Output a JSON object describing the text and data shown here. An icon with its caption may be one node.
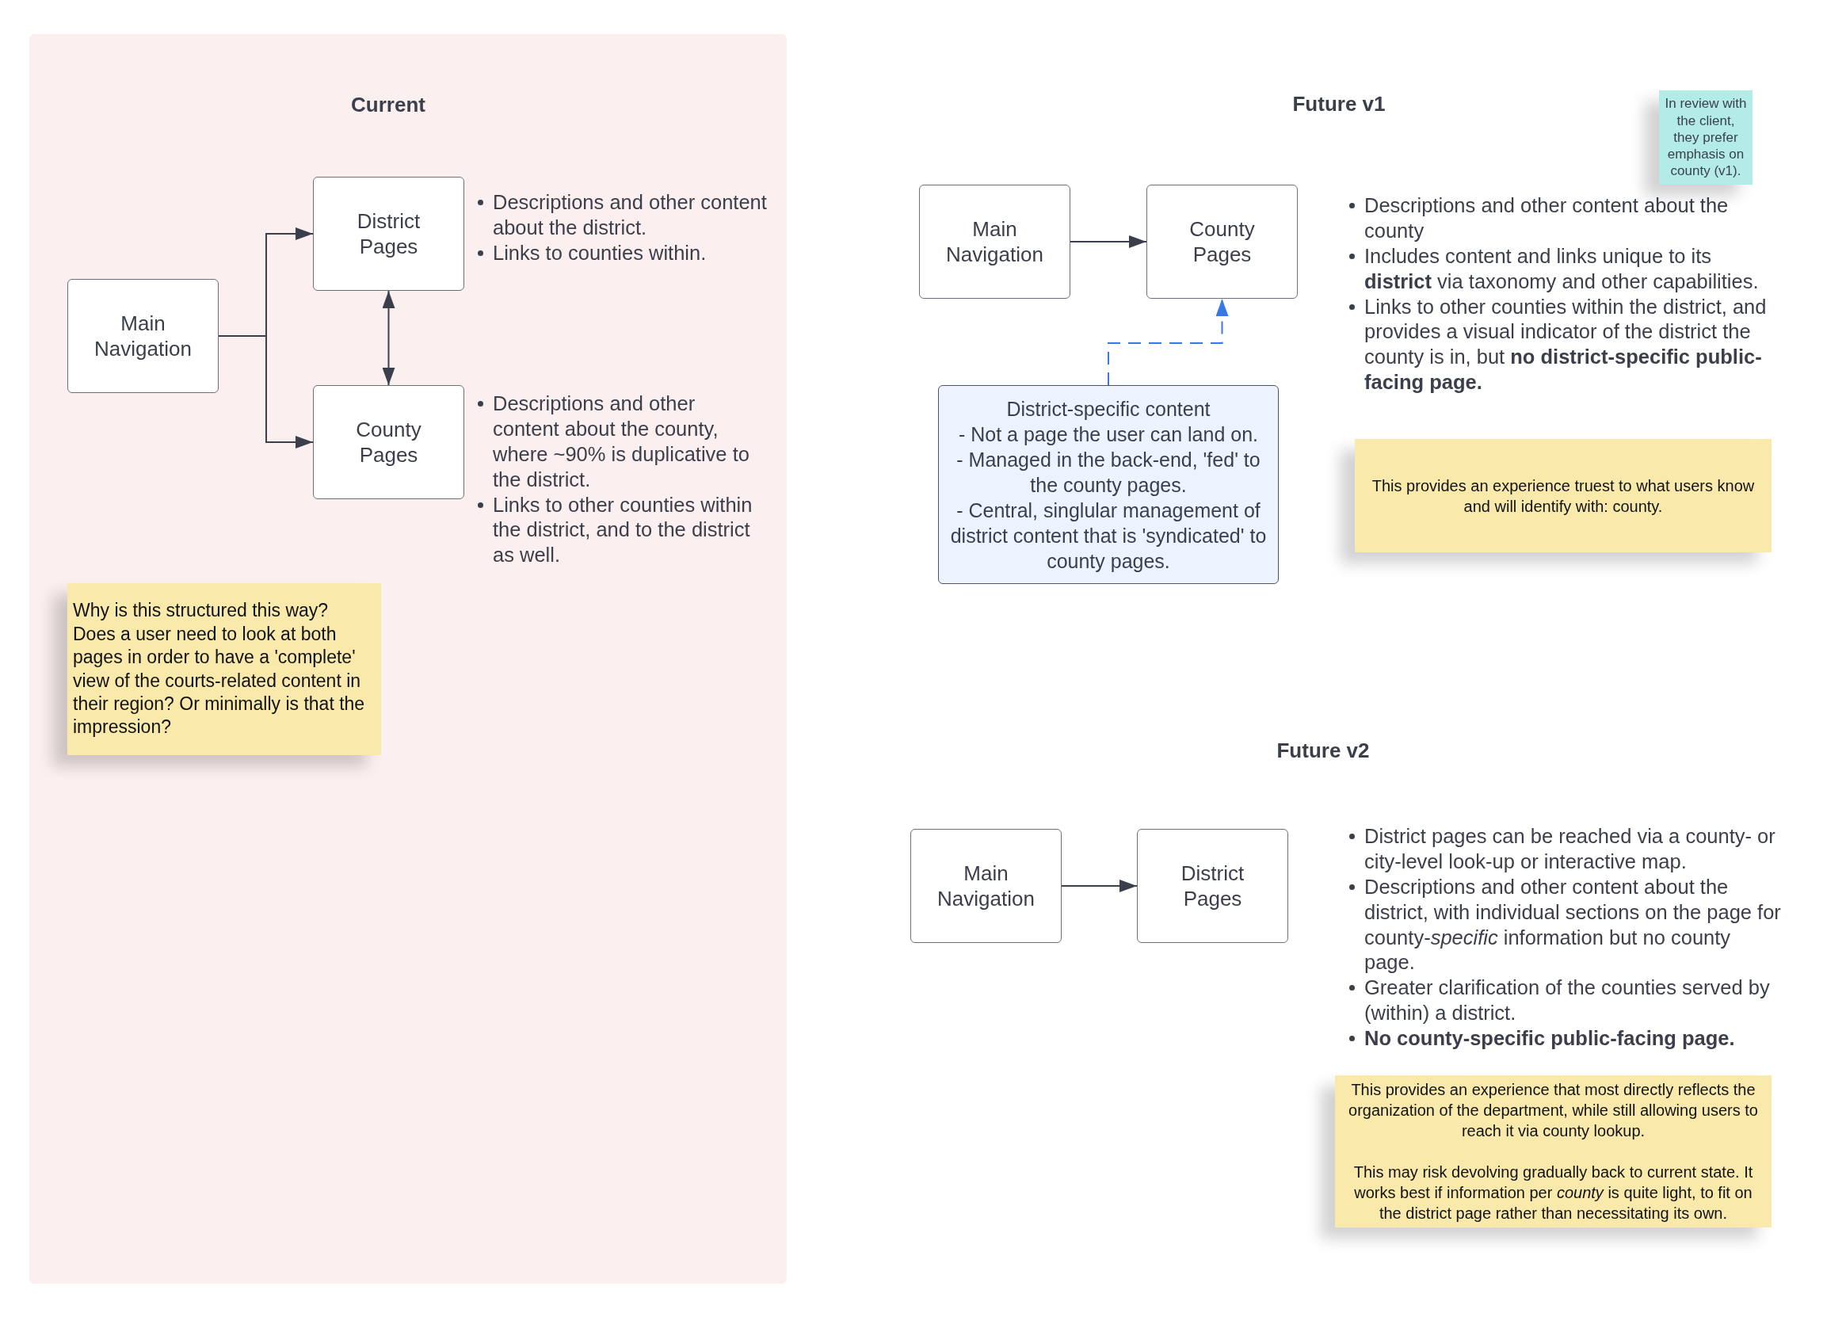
{
  "diagram": {
    "nodes": [
      {
        "text": [
          "Current"
        ]
      },
      {
        "text": [
          "Main Navigation"
        ],
        "in": 0
      },
      {
        "text": [
          "District Pages"
        ],
        "in": 0,
        "beside": [
          "Descriptions and other content about the district.",
          "Links to counties within."
        ]
      },
      {
        "text": [
          "County Pages"
        ],
        "in": 0,
        "beside": [
          "Descriptions and other content about the county, where ~90% is duplicative to the district.",
          "Links to other counties within the district, and to the district as well."
        ]
      },
      {
        "text": [
          "Why is this structured this way? Does a user need to look at both pages in order to have a 'complete' view of the courts-related content in their region? Or minimally is that the impression?"
        ],
        "in": 0
      },
      {
        "text": [
          "Main Navigation"
        ]
      },
      {
        "text": [
          "County Pages"
        ],
        "beside": [
          "Descriptions and other content about the county",
          "Includes content and links unique to its **district** via taxonomy and other capabilities.",
          "Links to other counties within the district, and provides a visual indicator of the district the county is in, but **no district-specific public-facing page.**"
        ]
      },
      {
        "text": [
          "District-specific content",
          "- Not a page the user can land on.",
          "- Managed in the back-end, 'fed' to the county pages.",
          "- Central, singlular management of district content that is 'syndicated' to county pages."
        ]
      },
      {
        "text": [
          "In review with the client, they prefer emphasis on county (v1)."
        ]
      },
      {
        "text": [
          "This provides an experience truest to what users know and will identify with: county."
        ]
      },
      {
        "text": [
          "Main Navigation"
        ]
      },
      {
        "text": [
          "District Pages"
        ],
        "beside": [
          "District pages can be reached via a county- or city-level look-up or interactive map.",
          "Descriptions and other content about the district, with individual sections on the page for county-*specific* information but no county page.",
          "Greater clarification of the counties served by (within) a district.",
          "**No county-specific public-facing page.**"
        ]
      },
      {
        "text": [
          "This provides an experience that most directly reflects the organization of the department, while still allowing users to reach it via county lookup.",
          "This may risk devolving gradually back to current state. It works best if information per *county* is quite light, to fit on the district page rather than necessitating its own."
        ]
      }
    ],
    "edges": [
      {
        "from": 1,
        "to": 2,
        "arrow": "to"
      },
      {
        "from": 1,
        "to": 3,
        "arrow": "to"
      },
      {
        "from": 2,
        "to": 3,
        "arrow": "both"
      },
      {
        "from": 5,
        "to": 6,
        "arrow": "to"
      },
      {
        "from": 7,
        "to": 6,
        "arrow": "to",
        "style": "dashed",
        "color": "#3b78e7"
      },
      {
        "from": 10,
        "to": 11,
        "arrow": "to"
      }
    ],
    "labels": [
      "Future v1",
      "Future v2"
    ]
  }
}
